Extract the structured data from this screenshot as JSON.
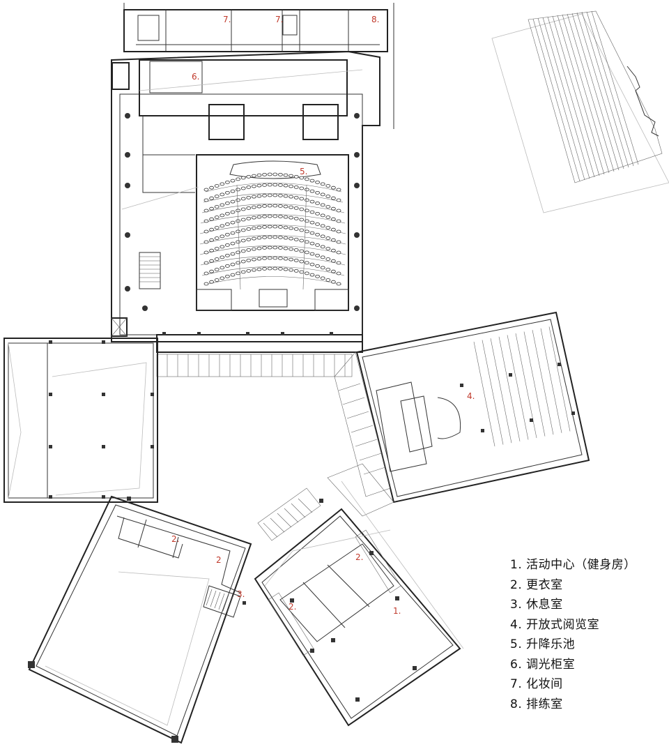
{
  "legend": {
    "items": [
      "1. 活动中心（健身房）",
      "2. 更衣室",
      "3. 休息室",
      "4. 开放式阅览室",
      "5. 升降乐池",
      "6. 调光柜室",
      "7. 化妆间",
      "8. 排练室"
    ]
  },
  "labels": {
    "dressing_a": "7.",
    "dressing_b": "7.",
    "rehearsal": "8.",
    "dimmer": "6.",
    "pit": "5.",
    "reading": "4.",
    "locker_a": "2.",
    "locker_b": "2",
    "rest": "3.",
    "locker_c": "2.",
    "locker_d": "2.",
    "activity": "1."
  }
}
